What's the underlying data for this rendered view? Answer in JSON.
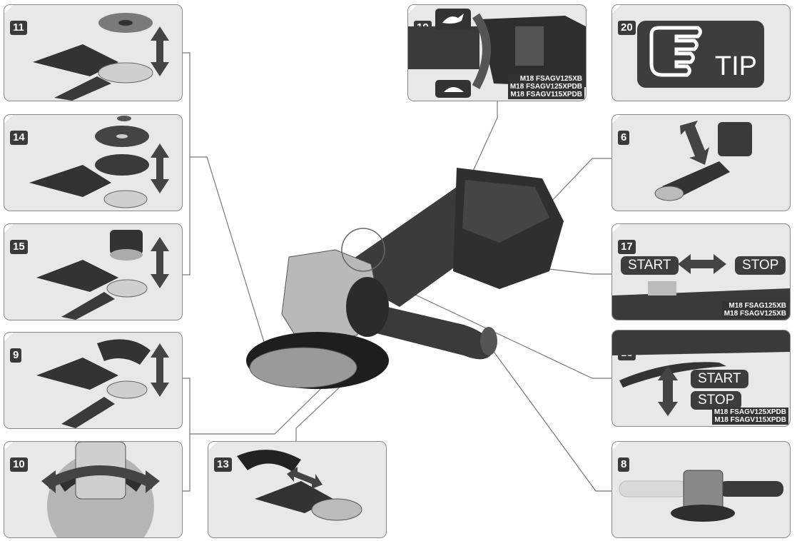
{
  "panels": {
    "p11": {
      "number": "11"
    },
    "p14": {
      "number": "14"
    },
    "p15": {
      "number": "15"
    },
    "p9": {
      "number": "9"
    },
    "p10": {
      "number": "10"
    },
    "p13": {
      "number": "13"
    },
    "p19": {
      "number": "19",
      "models": [
        "M18 FSAGV125XB",
        "M18 FSAGV125XPDB",
        "M18 FSAGV115XPDB"
      ]
    },
    "p20": {
      "number": "20",
      "tip_label": "TIP"
    },
    "p6": {
      "number": "6"
    },
    "p17": {
      "number": "17",
      "start_label": "START",
      "stop_label": "STOP",
      "models": [
        "M18 FSAG125XB",
        "M18 FSAGV125XB"
      ]
    },
    "p18": {
      "number": "18",
      "start_label": "START",
      "stop_label": "STOP",
      "models": [
        "M18 FSAGV125XPDB",
        "M18 FSAGV115XPDB"
      ]
    },
    "p8": {
      "number": "8"
    }
  }
}
